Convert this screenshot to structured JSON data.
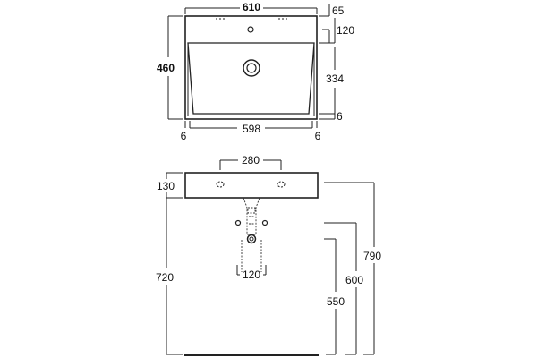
{
  "top_view": {
    "width_total": "610",
    "depth_total": "460",
    "back_deck": "65",
    "tap_deck": "120",
    "bowl_depth": "334",
    "front_rim": "6",
    "left_rim": "6",
    "bowl_width": "598",
    "right_rim": "6"
  },
  "elevation": {
    "fixing_centres": "280",
    "basin_height": "130",
    "waste_width": "120",
    "mount_height": "720",
    "rim_height": "790",
    "waste_height_600": "600",
    "waste_height_550": "550"
  }
}
